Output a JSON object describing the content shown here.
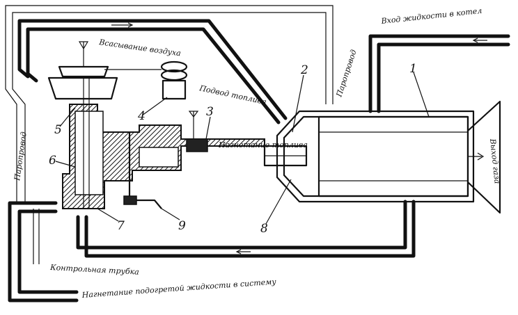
{
  "labels": {
    "air_intake": "Всасывание воздуха",
    "fuel_supply": "Подвод топлива",
    "fuel_injection": "Нагнетание топлива",
    "steam_line_top": "Паропровод",
    "steam_line_left": "Паропровод",
    "liquid_inlet": "Вход жидкости в котел",
    "gas_outlet": "Выход газа",
    "control_tube": "Контрольная трубка",
    "heated_liquid_out": "Нагнетание подогретой жидкости в систему"
  },
  "callouts": [
    "1",
    "2",
    "3",
    "4",
    "5",
    "6",
    "7",
    "8",
    "9"
  ]
}
